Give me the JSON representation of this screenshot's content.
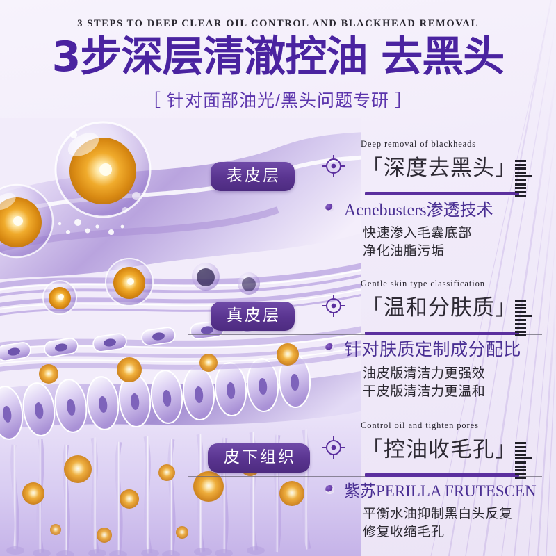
{
  "header": {
    "eyebrow": "3 STEPS TO DEEP CLEAR OIL CONTROL AND BLACKHEAD REMOVAL",
    "headline": "3步深层清澈控油 去黑头",
    "subline": "［ 针对面部油光/黑头问题专研 ］"
  },
  "colors": {
    "background": "#f3eefa",
    "headline_purple": "#4a23a0",
    "accent_purple": "#5b2f9e",
    "badge_purple": "#59348f",
    "ingredient_purple": "#4a2f93",
    "body_dark": "#2b2830",
    "gold": "#e8a423"
  },
  "badges": [
    {
      "label": "表皮层",
      "name": "epidermis"
    },
    {
      "label": "真皮层",
      "name": "dermis"
    },
    {
      "label": "皮下组织",
      "name": "subcutaneous"
    }
  ],
  "features": [
    {
      "en_label": "Deep removal of blackheads",
      "cn_title": "「深度去黑头」",
      "ingredient": "Acnebusters渗透技术",
      "detail_line1": "快速渗入毛囊底部",
      "detail_line2": "净化油脂污垢",
      "icon": "target-icon"
    },
    {
      "en_label": "Gentle skin type classification",
      "cn_title": "「温和分肤质」",
      "ingredient": "针对肤质定制成分配比",
      "detail_line1": "油皮版清洁力更强效",
      "detail_line2": "干皮版清洁力更温和",
      "icon": "target-icon"
    },
    {
      "en_label": "Control oil and tighten pores",
      "cn_title": "「控油收毛孔」",
      "ingredient": "紫苏PERILLA FRUTESCEN",
      "detail_line1": "平衡水油抑制黑白头反复",
      "detail_line2": "修复收缩毛孔",
      "icon": "target-icon"
    }
  ]
}
